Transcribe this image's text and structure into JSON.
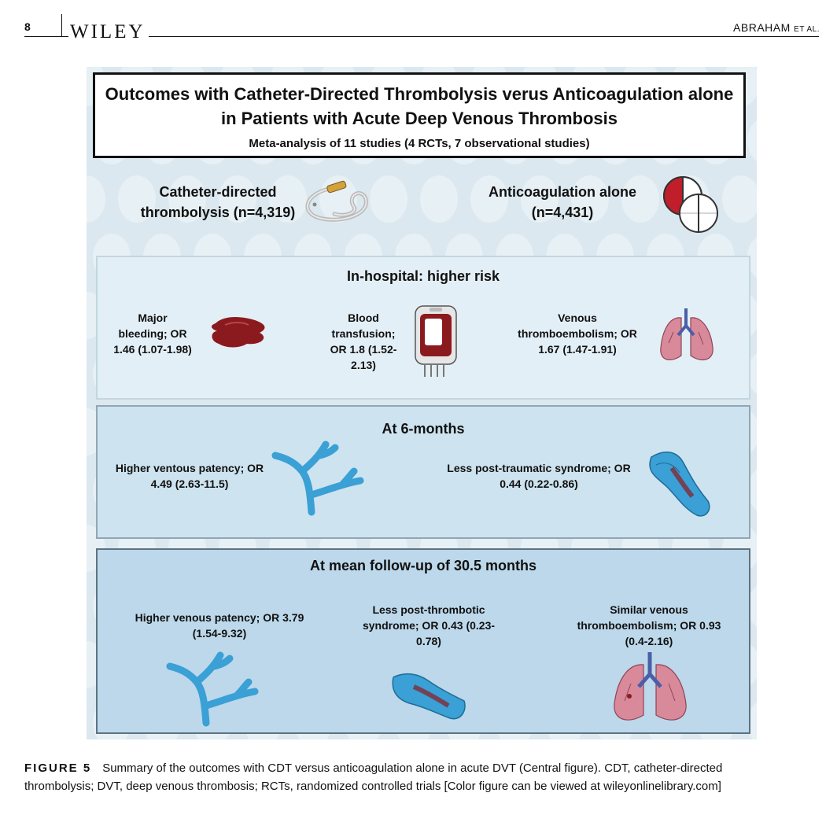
{
  "header": {
    "page_number": "8",
    "logo": "WILEY",
    "author_main": "ABRAHAM",
    "author_suffix": "ET AL."
  },
  "figure": {
    "title": "Outcomes with Catheter-Directed Thrombolysis verus Anticoagulation alone in Patients with Acute Deep Venous Thrombosis",
    "subtitle": "Meta-analysis of 11 studies (4 RCTs, 7 observational studies)",
    "arm_cdt": "Catheter-directed thrombolysis (n=4,319)",
    "arm_ac": "Anticoagulation alone (n=4,431)",
    "sections": [
      {
        "heading": "In-hospital: higher risk",
        "outcomes": [
          "Major bleeding; OR 1.46 (1.07-1.98)",
          "Blood transfusion; OR 1.8 (1.52-2.13)",
          "Venous thromboembolism; OR 1.67 (1.47-1.91)"
        ]
      },
      {
        "heading": "At 6-months",
        "outcomes": [
          "Higher ventous patency; OR 4.49 (2.63-11.5)",
          "Less post-traumatic syndrome; OR 0.44 (0.22-0.86)"
        ]
      },
      {
        "heading": "At mean follow-up of 30.5 months",
        "outcomes": [
          "Higher venous patency; OR 3.79 (1.54-9.32)",
          "Less post-thrombotic syndrome; OR 0.43 (0.23-0.78)",
          "Similar venous thromboembolism; OR 0.93 (0.4-2.16)"
        ]
      }
    ],
    "icons": [
      "catheter-icon",
      "pill-icon",
      "blood-pool-icon",
      "blood-bag-icon",
      "lungs-icon",
      "vein-branch-icon",
      "vein-clot-icon"
    ],
    "colors": {
      "blood": "#8b1a1f",
      "vein": "#3aa0d5",
      "lung": "#d98a9a"
    }
  },
  "caption": {
    "label": "FIGURE 5",
    "text": "Summary of the outcomes with CDT versus anticoagulation alone in acute DVT (Central figure). CDT, catheter-directed thrombolysis; DVT, deep venous thrombosis; RCTs, randomized controlled trials [Color figure can be viewed at wileyonlinelibrary.com]"
  }
}
